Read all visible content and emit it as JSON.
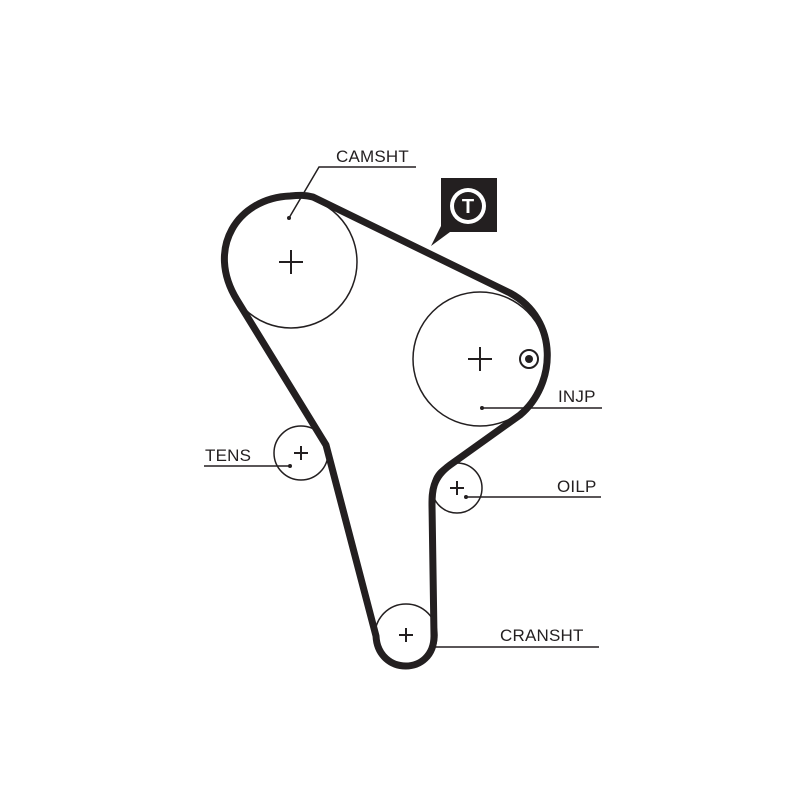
{
  "labels": {
    "camshaft": "CAMSHT",
    "injection_pump": "INJP",
    "tensioner": "TENS",
    "oil_pump": "OILP",
    "crankshaft": "CRANSHT",
    "tension_badge": "T"
  },
  "colors": {
    "ink": "#231f20",
    "background": "#ffffff",
    "badge_text": "#ffffff"
  }
}
